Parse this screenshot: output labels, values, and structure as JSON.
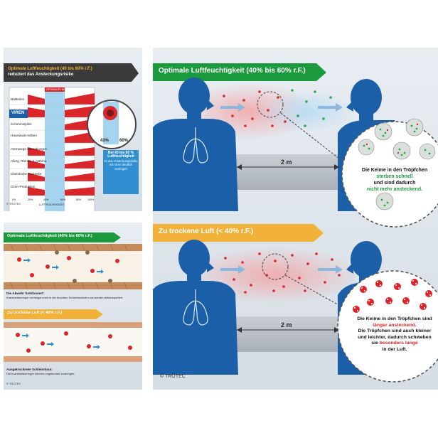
{
  "top_left": {
    "banner_line1": "Optimale Luftfeuchtigkeit (40 bis 60% r.F.)",
    "banner_line2": "reduziert das Ansteckungsrisiko",
    "header_band": "OPTIMALER BEREICH",
    "rows": [
      "Bakterien",
      "VIREN",
      "Schimmelpilze",
      "Hausstaub-milben",
      "Atemwegs-erkrankungen",
      "Allerg. Rhinitis & Asthma",
      "Chemische Prozesse",
      "Ozon-Produktion"
    ],
    "axis_label": "LUFTFEUCHTIGKEIT",
    "ticks": [
      "0%",
      "20%",
      "40%",
      "60%",
      "80%",
      "100%"
    ],
    "magnifier_labels": [
      "43%",
      "60%"
    ],
    "info_line1": "Bei 43 bis 60 %",
    "info_line2": "Luftfeuchtigkeit",
    "info_line3": "ist das Ansteckungsrisiko",
    "info_line4": "mit Viren deutlich",
    "info_line5": "verringert",
    "copyright": "© TROTEC"
  },
  "bottom_left": {
    "banner1": "Optimale Luftfeuchtigkeit (40% bis 60% r.F.)",
    "caption1_title": "Die Abwehr funktioniert:",
    "caption1_text": "Krankheitserreger verfangen sich in der feuchten Schleimschicht und werden abtransportiert.",
    "banner2": "Zu trockene Luft (< 40% r.F.)",
    "caption2_title": "Ausgetrocknete Schleimhaut:",
    "caption2_text": "Die Krankheitserreger können ungehindert vordringen.",
    "copyright": "© TROTEC"
  },
  "main": {
    "banner_optimal": "Optimale Luftfeuchtigkeit (40% bis 60% r.F.)",
    "distance_top": "2 m",
    "bubble1": {
      "line1": "Die Keime in den Tröpfchen",
      "line2": "sterben schnell",
      "line3": "und sind dadurch",
      "line4": "nicht mehr ansteckend."
    },
    "banner_dry": "Zu trockene Luft (< 40% r.F.)",
    "distance_bottom": "2 m",
    "bubble2": {
      "line1": "Die Keime in den Tröpfchen sind",
      "line2": "länger ansteckend.",
      "line3": "Die Tröpfchen sind auch kleiner",
      "line4": "und leichter, dadurch schweben",
      "line5_a": "sie ",
      "line5_b": "besonders lange",
      "line6": "in der Luft."
    },
    "copyright": "© TROTEC"
  },
  "colors": {
    "green_banner": "#1a9a3c",
    "orange_banner": "#f2b23a",
    "dark_banner": "#3a3a3a",
    "figure_blue": "#1b5fa8",
    "droplet_red": "#d9262a",
    "droplet_green": "#2aa84a"
  }
}
